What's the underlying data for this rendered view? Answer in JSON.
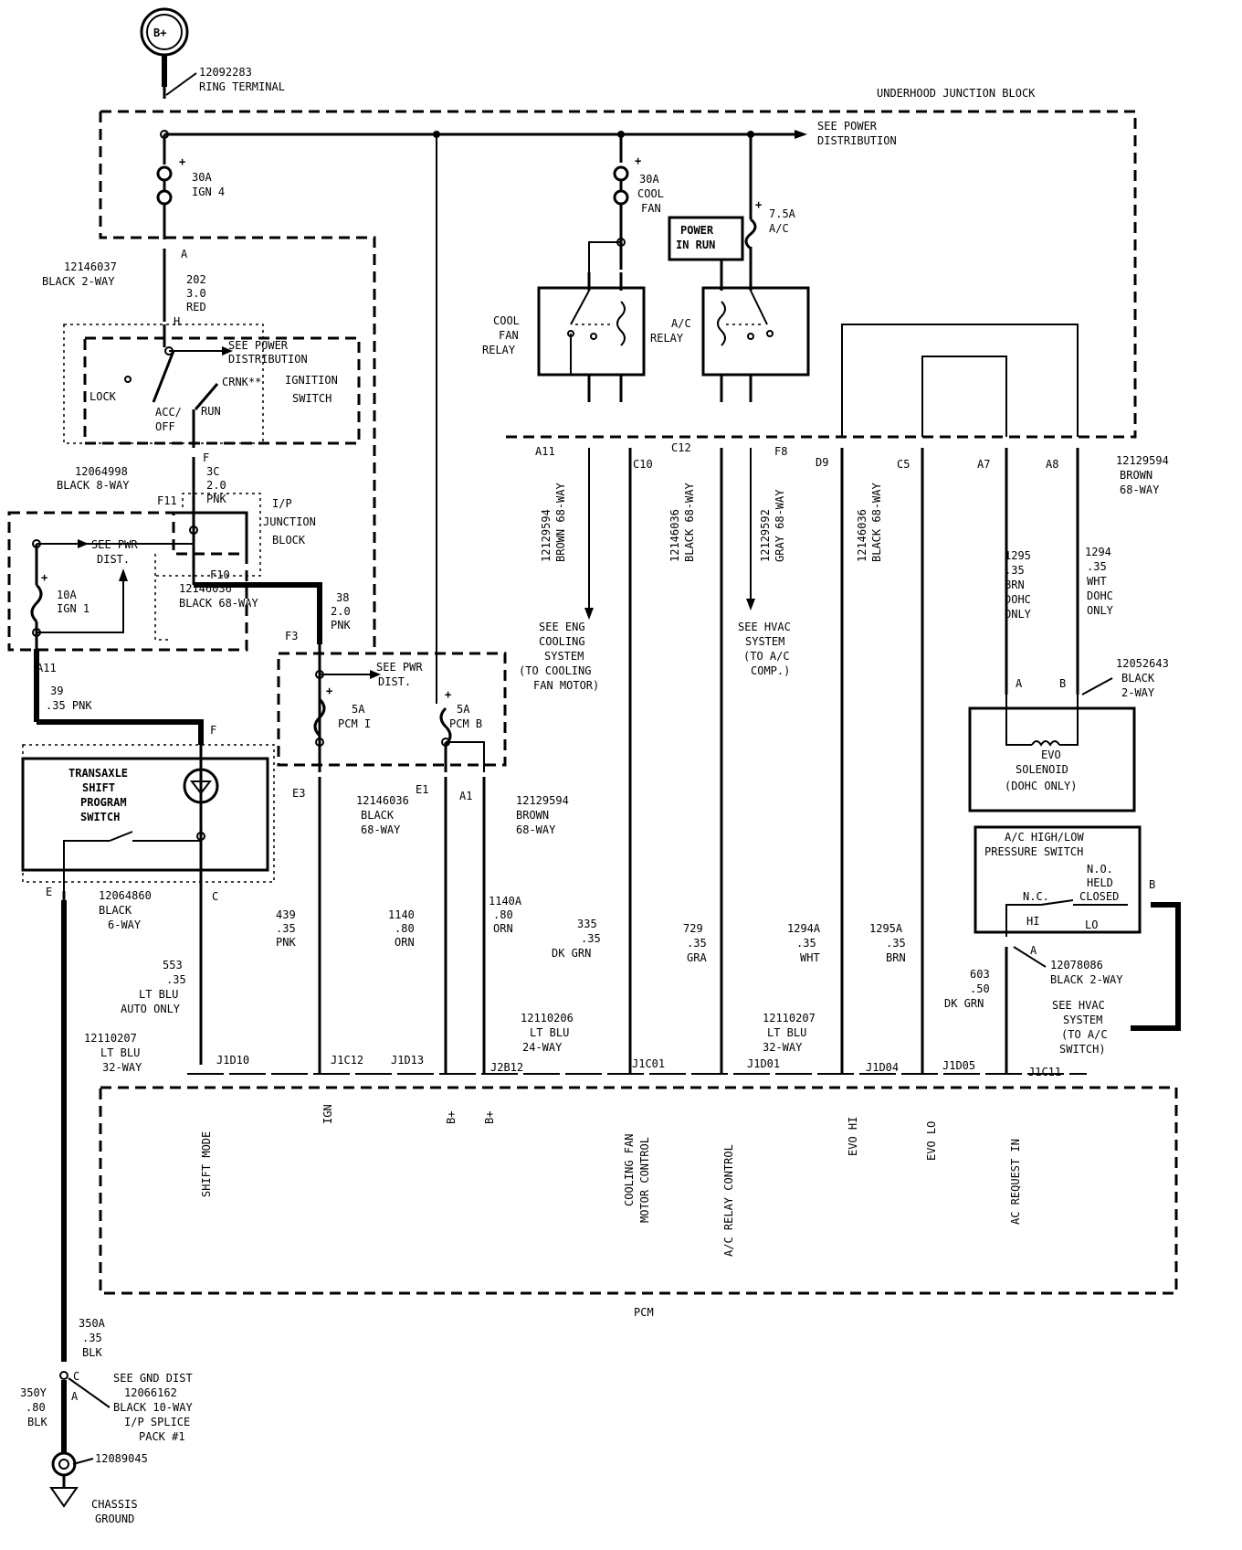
{
  "top": {
    "bplus": "B+",
    "ring_part": "12092283",
    "ring_label": "RING TERMINAL",
    "ujb_title": "UNDERHOOD JUNCTION BLOCK",
    "see_power": "SEE POWER",
    "distribution": "DISTRIBUTION"
  },
  "fuses": {
    "ign4": {
      "amp": "30A",
      "name": "IGN 4"
    },
    "coolfan": {
      "amp": "30A",
      "name1": "COOL",
      "name2": "FAN"
    },
    "ac": {
      "amp": "7.5A",
      "name": "A/C"
    },
    "ign1": {
      "amp": "10A",
      "name": "IGN 1"
    },
    "pcm1": {
      "amp": "5A",
      "name": "PCM I"
    },
    "pcmb": {
      "amp": "5A",
      "name": "PCM B"
    },
    "plus": "+"
  },
  "relays": {
    "cool1": "COOL",
    "cool2": "FAN",
    "cool3": "RELAY",
    "ac1": "A/C",
    "ac2": "RELAY",
    "power1": "POWER",
    "power2": "IN RUN"
  },
  "left": {
    "c1_letter": "A",
    "c1_part": "12146037",
    "c1_desc": "BLACK 2-WAY",
    "w202": "202",
    "w202g": "3.0",
    "w202c": "RED",
    "h": "H",
    "ign_see1": "SEE POWER",
    "ign_see2": "DISTRIBUTION",
    "crnk": "CRNK**",
    "ign_sw1": "IGNITION",
    "ign_sw2": "SWITCH",
    "lock": "LOCK",
    "acc": "ACC/",
    "off": "OFF",
    "run": "RUN",
    "f": "F",
    "w3c": "3C",
    "w3cg": "2.0",
    "w3cc": "PNK",
    "c2_part": "12064998",
    "c2_desc": "BLACK 8-WAY",
    "f11": "F11",
    "ipjb1": "I/P",
    "ipjb2": "JUNCTION",
    "ipjb3": "BLOCK",
    "see_pwr": "SEE PWR",
    "dist": "DIST.",
    "f10": "F10",
    "c3_part": "12146036",
    "c3_desc": "BLACK 68-WAY",
    "w38": "38",
    "w38g": "2.0",
    "w38c": "PNK",
    "f3": "F3",
    "a11": "A11",
    "w39": "39",
    "w39gc": ".35 PNK",
    "fF": "F",
    "tss1": "TRANSAXLE",
    "tss2": "SHIFT",
    "tss3": "PROGRAM",
    "tss4": "SWITCH",
    "e": "E",
    "c": "C",
    "c4_part": "12064860",
    "c4_desc1": "BLACK",
    "c4_desc2": "6-WAY",
    "w553": "553",
    "w553g": ".35",
    "w553c": "LT BLU",
    "w553n": "AUTO ONLY",
    "c5_part": "12110207",
    "c5_desc1": "LT BLU",
    "c5_desc2": "32-WAY",
    "w350a": "350A",
    "w350ag": ".35",
    "w350ac": "BLK",
    "w350y": "350Y",
    "w350yg": ".80",
    "w350yc": "BLK",
    "sp_c": "C",
    "sp_a": "A",
    "sp1": "SEE GND DIST",
    "sp2": "12066162",
    "sp3": "BLACK 10-WAY",
    "sp4": "I/P SPLICE",
    "sp5": "PACK #1",
    "gnd_part": "12089045",
    "gnd1": "CHASSIS",
    "gnd2": "GROUND"
  },
  "mid": {
    "see_pwr": "SEE PWR",
    "dist": "DIST.",
    "e3": "E3",
    "e1": "E1",
    "a1": "A1",
    "c6_part": "12146036",
    "c6_desc1": "BLACK",
    "c6_desc2": "68-WAY",
    "c7_part": "12129594",
    "c7_desc1": "BROWN",
    "c7_desc2": "68-WAY",
    "w439": "439",
    "w439g": ".35",
    "w439c": "PNK",
    "w1140": "1140",
    "w1140g": ".80",
    "w1140c": "ORN",
    "w1140a": "1140A",
    "w1140ag": ".80",
    "w1140ac": "ORN",
    "c8_part": "12110206",
    "c8_desc1": "LT BLU",
    "c8_desc2": "24-WAY"
  },
  "right": {
    "a11": "A11",
    "c10": "C10",
    "c12": "C12",
    "f8": "F8",
    "d9": "D9",
    "c5": "C5",
    "a7": "A7",
    "a8": "A8",
    "r1_part": "12129594",
    "r1_desc": "BROWN 68-WAY",
    "r2_part": "12146036",
    "r2_desc": "BLACK 68-WAY",
    "r3_part": "12129592",
    "r3_desc": "GRAY 68-WAY",
    "r4_part": "12146036",
    "r4_desc": "BLACK 68-WAY",
    "c9_part": "12129594",
    "c9_desc1": "BROWN",
    "c9_desc2": "68-WAY",
    "eng1": "SEE ENG",
    "eng2": "COOLING",
    "eng3": "SYSTEM",
    "eng4": "(TO  COOLING",
    "eng5": "FAN MOTOR)",
    "hvac1": "SEE HVAC",
    "hvac2": "SYSTEM",
    "hvac3": "(TO  A/C",
    "hvac4": "COMP.)",
    "w335": "335",
    "w335g": ".35",
    "w335c": "DK GRN",
    "w729": "729",
    "w729g": ".35",
    "w729c": "GRA",
    "w1294a": "1294A",
    "w1294ag": ".35",
    "w1294ac": "WHT",
    "w1295a": "1295A",
    "w1295ag": ".35",
    "w1295ac": "BRN",
    "w1295": "1295",
    "w1295g": ".35",
    "w1295c": "BRN",
    "w1295n1": "DOHC",
    "w1295n2": "ONLY",
    "w1294": "1294",
    "w1294g": ".35",
    "w1294c": "WHT",
    "w1294n1": "DOHC",
    "w1294n2": "ONLY",
    "evo_part": "12052643",
    "evo_desc1": "BLACK",
    "evo_desc2": "2-WAY",
    "evo_a": "A",
    "evo_b": "B",
    "evo1": "EVO",
    "evo2": "SOLENOID",
    "evo3": "(DOHC ONLY)",
    "ps1": "A/C HIGH/LOW",
    "ps2": "PRESSURE SWITCH",
    "nc": "N.C.",
    "no1": "N.O.",
    "no2": "HELD",
    "no3": "CLOSED",
    "hi": "HI",
    "lo": "LO",
    "psb": "B",
    "psa": "A",
    "ps_part": "12078086",
    "ps_desc": "BLACK 2-WAY",
    "w603": "603",
    "w603g": ".50",
    "w603c": "DK GRN",
    "shv1": "SEE HVAC",
    "shv2": "SYSTEM",
    "shv3": "(TO A/C",
    "shv4": "SWITCH)",
    "c10_part": "12110207",
    "c10_desc1": "LT BLU",
    "c10_desc2": "32-WAY"
  },
  "pcm": {
    "title": "PCM",
    "pins": [
      "J1D10",
      "J1C12",
      "J1D13",
      "J2B12",
      "J1C01",
      "J1D01",
      "J1D04",
      "J1D05",
      "J1C11"
    ],
    "labels": [
      "SHIFT MODE",
      "IGN",
      "B+",
      "B+",
      "COOLING FAN",
      "MOTOR CONTROL",
      "A/C RELAY CONTROL",
      "EVO HI",
      "EVO LO",
      "AC REQUEST IN"
    ]
  }
}
